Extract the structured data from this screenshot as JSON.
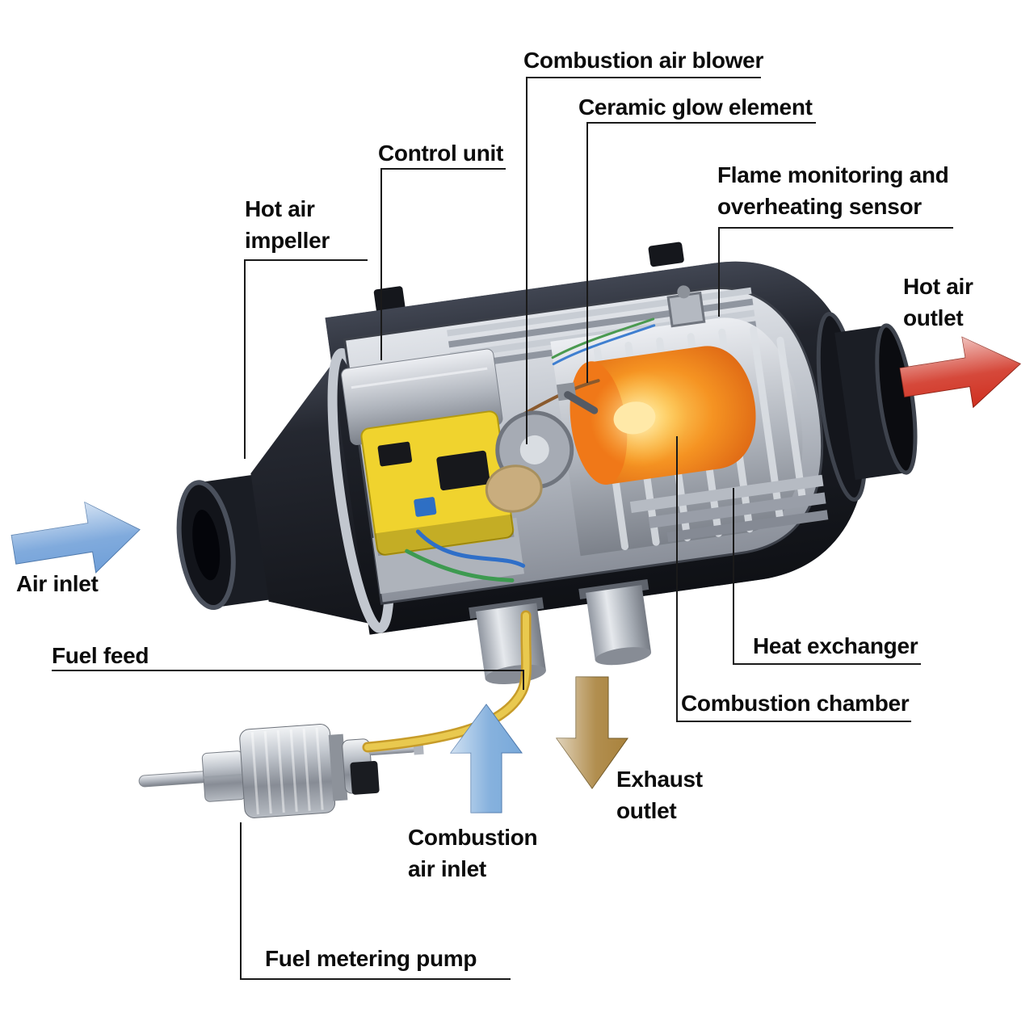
{
  "figure": {
    "labels": {
      "combustion_air_blower": "Combustion air blower",
      "ceramic_glow_element": "Ceramic glow element",
      "control_unit": "Control unit",
      "flame_monitoring_sensor": "Flame monitoring and\noverheating sensor",
      "hot_air_impeller": "Hot air\nimpeller",
      "hot_air_outlet": "Hot air\noutlet",
      "air_inlet": "Air inlet",
      "fuel_feed": "Fuel feed",
      "heat_exchanger": "Heat exchanger",
      "combustion_chamber": "Combustion chamber",
      "exhaust_outlet": "Exhaust\noutlet",
      "combustion_air_inlet": "Combustion\nair inlet",
      "fuel_metering_pump": "Fuel metering pump"
    },
    "colors": {
      "air_inlet_arrow": "#6f9fd8",
      "combustion_air_arrow": "#79a9da",
      "hot_air_outlet_arrow": "#d03020",
      "exhaust_arrow": "#a9823c",
      "fuel_line": "#e9c94f",
      "control_unit": "#f0d32e",
      "heater_body": "#1b1e25",
      "combustion_glow": "#f07818"
    }
  }
}
